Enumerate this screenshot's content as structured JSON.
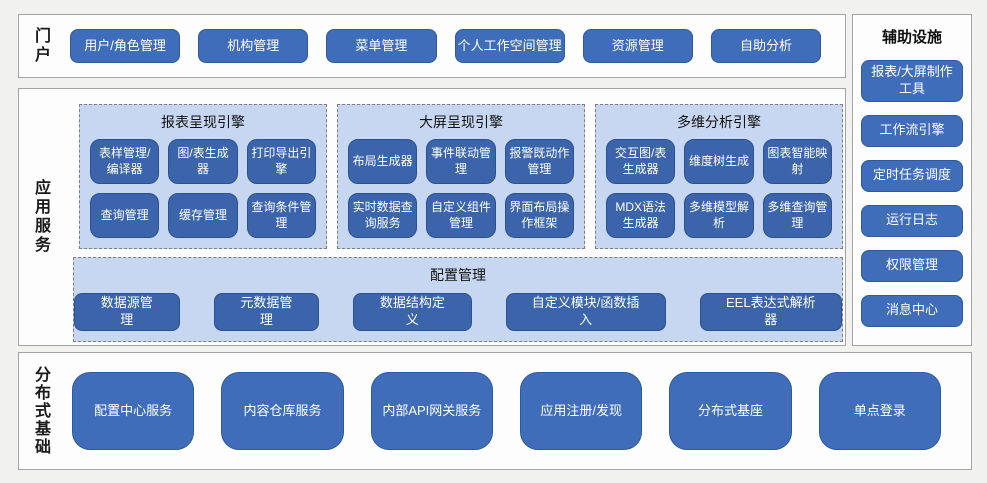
{
  "portal": {
    "label": "门户",
    "items": [
      "用户/角色管理",
      "机构管理",
      "菜单管理",
      "个人工作空间管理",
      "资源管理",
      "自助分析"
    ]
  },
  "app_services": {
    "label": "应用服务",
    "engines": [
      {
        "title": "报表呈现引擎",
        "buttons": [
          "表样管理/编译器",
          "图/表生成器",
          "打印导出引擎",
          "查询管理",
          "缓存管理",
          "查询条件管理"
        ]
      },
      {
        "title": "大屏呈现引擎",
        "buttons": [
          "布局生成器",
          "事件联动管理",
          "报警既动作管理",
          "实时数据查询服务",
          "自定义组件管理",
          "界面布局操作框架"
        ]
      },
      {
        "title": "多维分析引擎",
        "buttons": [
          "交互图/表生成器",
          "维度树生成",
          "图表智能映射",
          "MDX语法生成器",
          "多维模型解析",
          "多维查询管理"
        ]
      }
    ],
    "config": {
      "title": "配置管理",
      "items": [
        "数据源管理",
        "元数据管理",
        "数据结构定义",
        "自定义模块/函数插入",
        "EEL表达式解析器"
      ]
    }
  },
  "auxiliary": {
    "title": "辅助设施",
    "items": [
      "报表/大屏制作工具",
      "工作流引擎",
      "定时任务调度",
      "运行日志",
      "权限管理",
      "消息中心"
    ]
  },
  "distributed": {
    "label": "分布式基础",
    "items": [
      "配置中心服务",
      "内容仓库服务",
      "内部API网关服务",
      "应用注册/发现",
      "分布式基座",
      "单点登录"
    ]
  },
  "colors": {
    "page_bg": "#f1f1ef",
    "section_bg": "#fdfdfd",
    "section_border": "#a3a3a3",
    "panel_bg": "#c7d7f1",
    "panel_border_dashed": "#7f7f7f",
    "button_fill": "#3f6dba",
    "button_fill_inner": "#3b64aa",
    "button_border": "#2c5a9b",
    "button_text": "#ffffff"
  }
}
